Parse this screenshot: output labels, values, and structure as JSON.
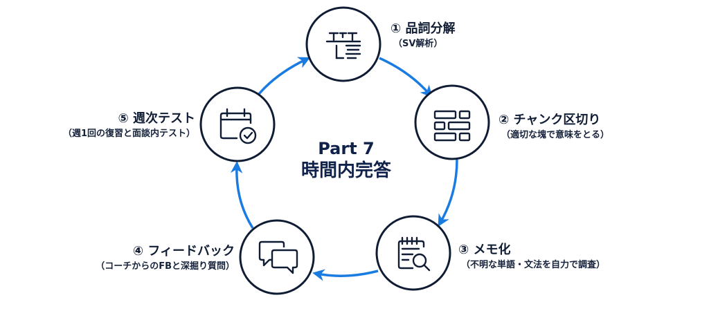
{
  "center": {
    "line1": "Part 7",
    "line2": "時間内完答"
  },
  "steps": [
    {
      "number": "①",
      "title": "品詞分解",
      "subtitle": "（SV解析）",
      "icon": "grammar-parse-icon"
    },
    {
      "number": "②",
      "title": "チャンク区切り",
      "subtitle": "（適切な塊で意味をとる）",
      "icon": "chunk-blocks-icon"
    },
    {
      "number": "③",
      "title": "メモ化",
      "subtitle": "（不明な単語・文法を自力で調査）",
      "icon": "notepad-search-icon"
    },
    {
      "number": "④",
      "title": "フィードバック",
      "subtitle": "（コーチからのFBと深掘り質問）",
      "icon": "chat-bubbles-icon"
    },
    {
      "number": "⑤",
      "title": "週次テスト",
      "subtitle": "（週1回の復習と面談内テスト）",
      "icon": "calendar-check-icon"
    }
  ],
  "colors": {
    "circle_stroke": "#0f1c33",
    "arrow": "#1a7be0",
    "text": "#0f1c33"
  }
}
